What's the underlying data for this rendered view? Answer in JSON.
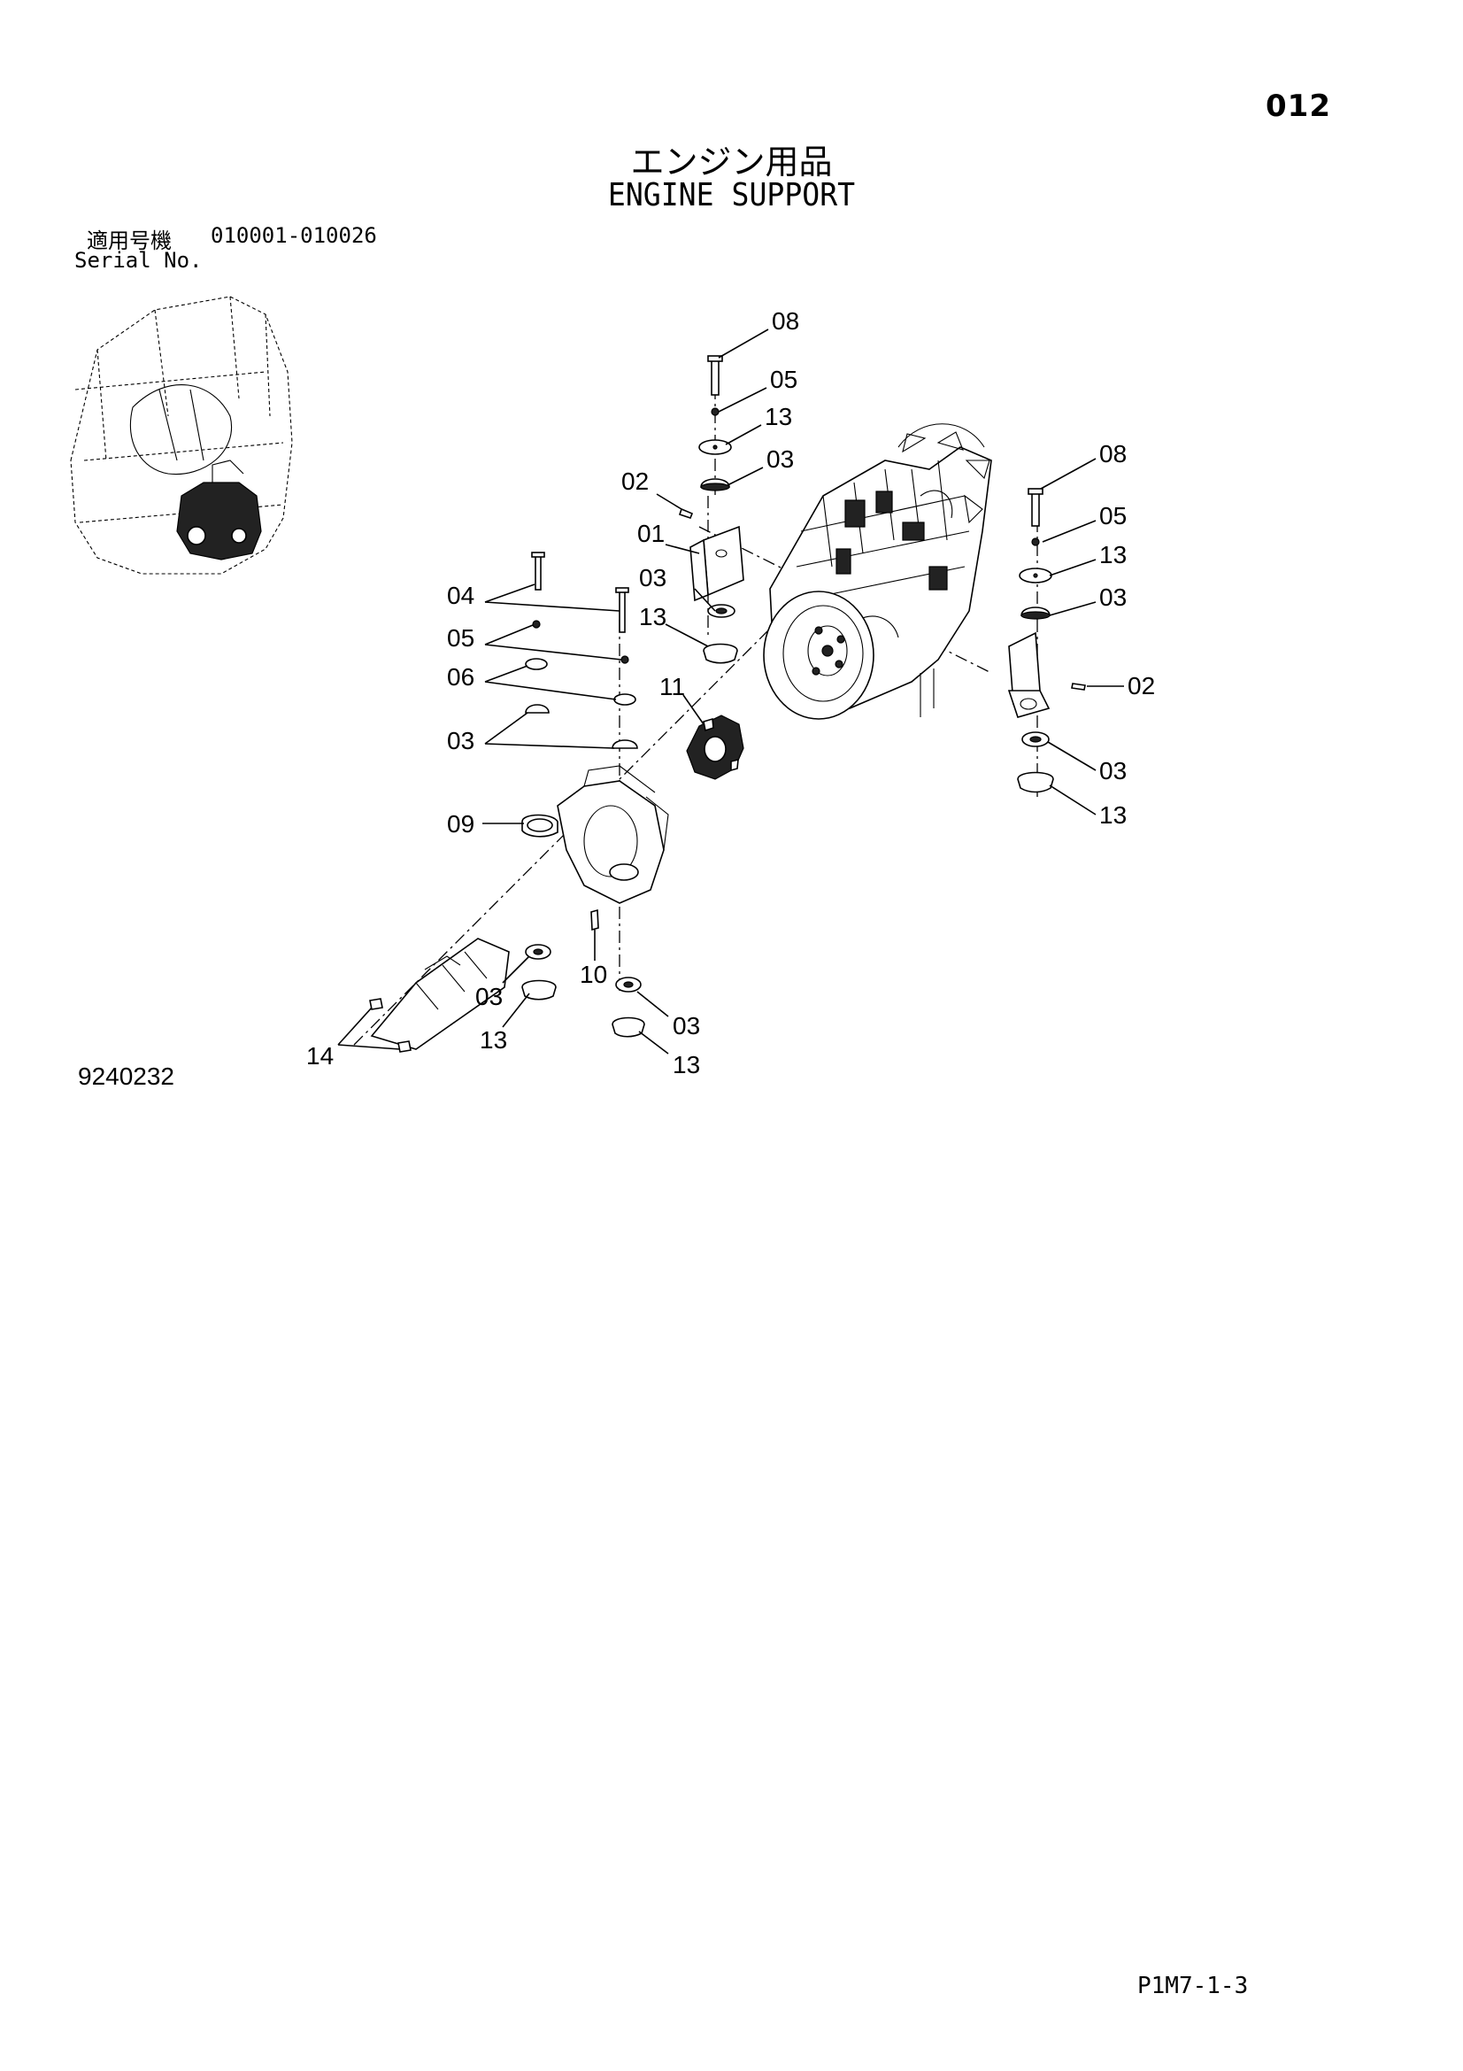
{
  "header": {
    "page_number": "012",
    "title_jp": "エンジン用品",
    "title_en": "ENGINE SUPPORT"
  },
  "serial": {
    "label_jp": "適用号機",
    "range": "010001-010026",
    "label_en": "Serial No."
  },
  "diagram": {
    "callouts": {
      "c01": "01",
      "c02a": "02",
      "c02b": "02",
      "c03a": "03",
      "c03b": "03",
      "c03c": "03",
      "c03d": "03",
      "c03e": "03",
      "c03f": "03",
      "c03g": "03",
      "c04": "04",
      "c05a": "05",
      "c05b": "05",
      "c05c": "05",
      "c06": "06",
      "c08a": "08",
      "c08b": "08",
      "c09": "09",
      "c10": "10",
      "c11": "11",
      "c13a": "13",
      "c13b": "13",
      "c13c": "13",
      "c13d": "13",
      "c13e": "13",
      "c13f": "13",
      "c14": "14"
    }
  },
  "footer": {
    "figure_number": "9240232",
    "page_code": "P1M7-1-3"
  }
}
